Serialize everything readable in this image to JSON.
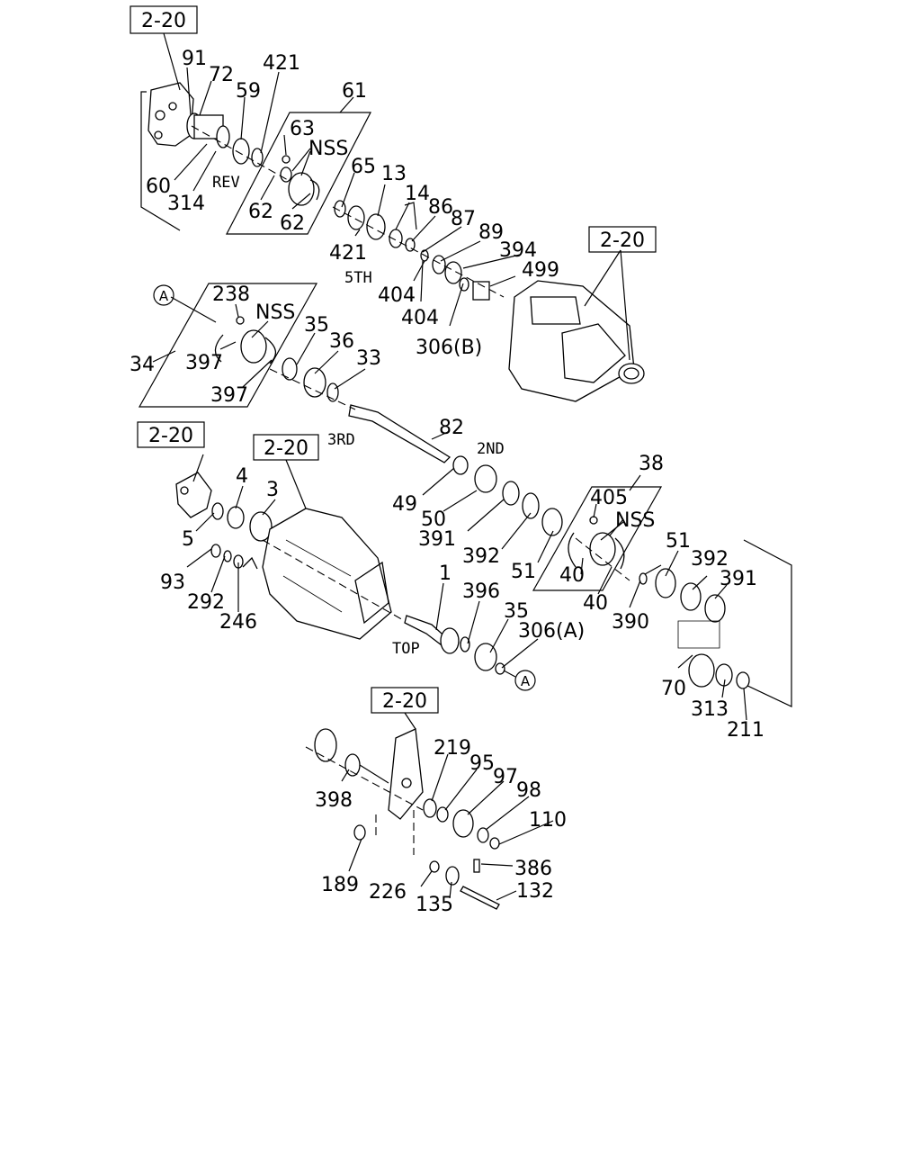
{
  "refs": [
    "2-20",
    "2-20",
    "2-20",
    "2-20",
    "2-20"
  ],
  "circle_marks": [
    "A",
    "A"
  ],
  "gear_labels": {
    "rev": "REV",
    "fifth": "5TH",
    "third": "3RD",
    "second": "2ND",
    "top": "TOP"
  },
  "parts": [
    "91",
    "72",
    "421",
    "59",
    "61",
    "63",
    "NSS",
    "65",
    "13",
    "14",
    "86",
    "87",
    "89",
    "394",
    "499",
    "60",
    "314",
    "62",
    "62",
    "421",
    "404",
    "404",
    "306(B)",
    "238",
    "NSS",
    "35",
    "36",
    "33",
    "34",
    "397",
    "397",
    "82",
    "49",
    "2ND",
    "50",
    "391",
    "392",
    "51",
    "38",
    "405",
    "NSS",
    "51",
    "392",
    "391",
    "4",
    "3",
    "5",
    "93",
    "292",
    "246",
    "1",
    "396",
    "35",
    "306(A)",
    "40",
    "40",
    "390",
    "70",
    "313",
    "211",
    "219",
    "95",
    "97",
    "98",
    "110",
    "398",
    "189",
    "226",
    "386",
    "135",
    "132"
  ]
}
